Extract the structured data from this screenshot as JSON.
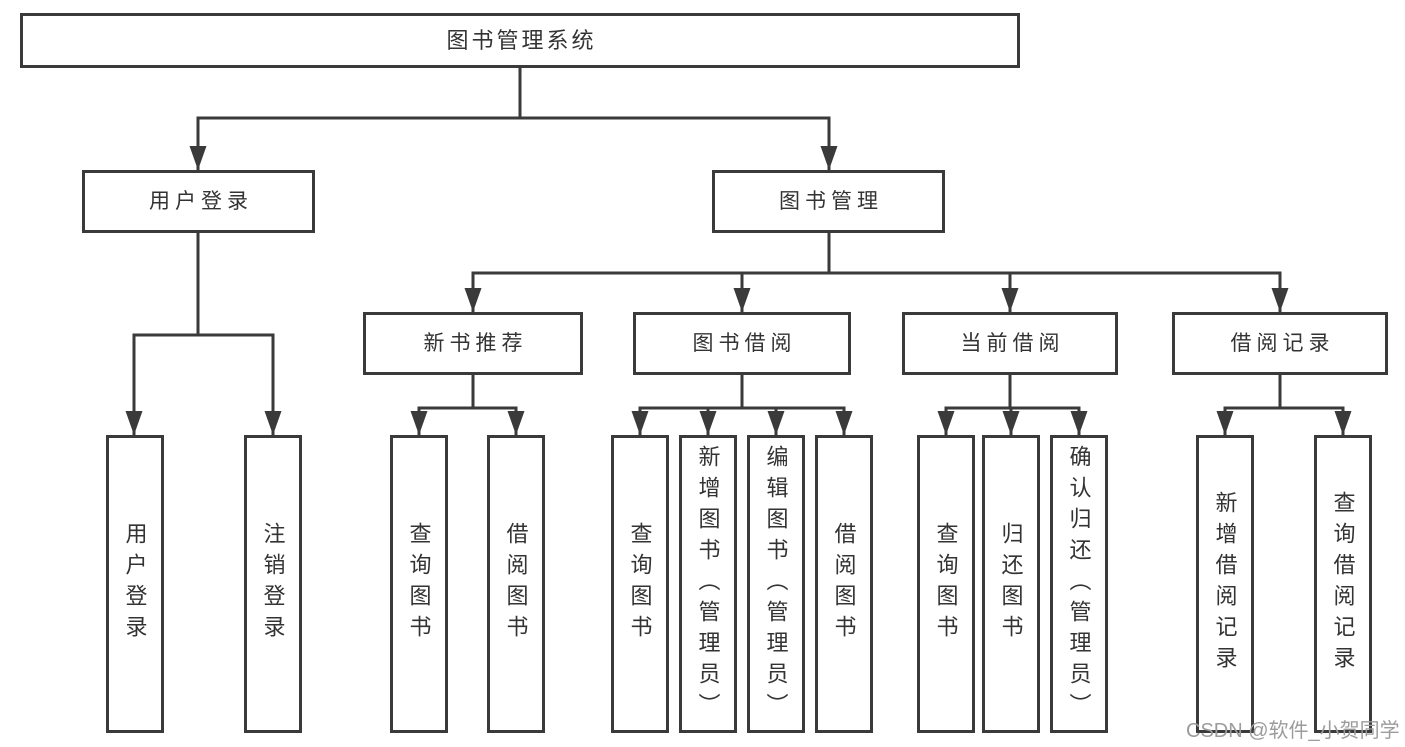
{
  "tree": {
    "label": "图书管理系统",
    "children": [
      {
        "label": "用户登录",
        "children": [
          {
            "label": "用户登录"
          },
          {
            "label": "注销登录"
          }
        ]
      },
      {
        "label": "图书管理",
        "children": [
          {
            "label": "新书推荐",
            "children": [
              {
                "label": "查询图书"
              },
              {
                "label": "借阅图书"
              }
            ]
          },
          {
            "label": "图书借阅",
            "children": [
              {
                "label": "查询图书"
              },
              {
                "label": "新增图书（管理员）"
              },
              {
                "label": "编辑图书（管理员）"
              },
              {
                "label": "借阅图书"
              }
            ]
          },
          {
            "label": "当前借阅",
            "children": [
              {
                "label": "查询图书"
              },
              {
                "label": "归还图书"
              },
              {
                "label": "确认归还（管理员）"
              }
            ]
          },
          {
            "label": "借阅记录",
            "children": [
              {
                "label": "新增借阅记录"
              },
              {
                "label": "查询借阅记录"
              }
            ]
          }
        ]
      }
    ]
  },
  "watermark": "CSDN @软件_小贺同学",
  "colors": {
    "line": "#3a3a3a",
    "border": "#3a3a3a",
    "text": "#333333",
    "background": "#ffffff",
    "watermark": "#9c9c9c"
  }
}
